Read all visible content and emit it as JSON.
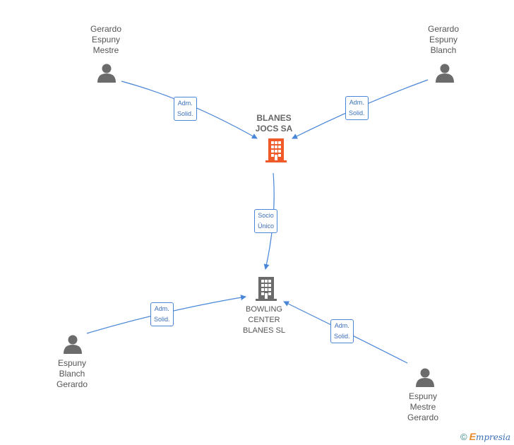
{
  "nodes": {
    "person_top_left": [
      "Gerardo",
      "Espuny",
      "Mestre"
    ],
    "person_top_right": [
      "Gerardo",
      "Espuny",
      "Blanch"
    ],
    "company_main": [
      "BLANES",
      "JOCS SA"
    ],
    "company_child": [
      "BOWLING",
      "CENTER",
      "BLANES SL"
    ],
    "person_bottom_left": [
      "Espuny",
      "Blanch",
      "Gerardo"
    ],
    "person_bottom_right": [
      "Espuny",
      "Mestre",
      "Gerardo"
    ]
  },
  "relations": {
    "top_left": [
      "Adm.",
      "Solid."
    ],
    "top_right": [
      "Adm.",
      "Solid."
    ],
    "socio": [
      "Socio",
      "Único"
    ],
    "bottom_left": [
      "Adm.",
      "Solid."
    ],
    "bottom_right": [
      "Adm.",
      "Solid."
    ]
  },
  "colors": {
    "edge": "#4a86d8",
    "person_icon": "#6b6b6b",
    "company_main_icon": "#f05a28",
    "company_icon": "#6b6b6b"
  },
  "icons": {
    "person": "person-icon",
    "company": "building-icon"
  },
  "footer": {
    "copyright": "©",
    "brand_initial": "E",
    "brand_rest": "mpresia"
  }
}
